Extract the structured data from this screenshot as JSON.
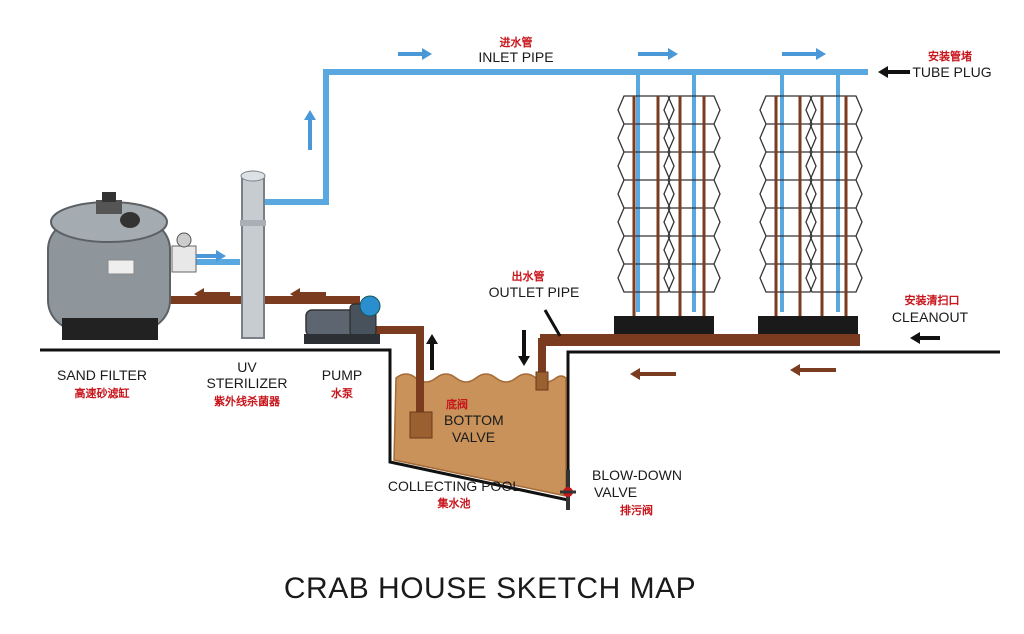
{
  "title": "CRAB HOUSE SKETCH MAP",
  "labels": {
    "inlet_pipe_cn": "进水管",
    "inlet_pipe_en": "INLET PIPE",
    "tube_plug_cn": "安装管堵",
    "tube_plug_en": "TUBE PLUG",
    "outlet_pipe_cn": "出水管",
    "outlet_pipe_en": "OUTLET PIPE",
    "cleanout_cn": "安装清扫口",
    "cleanout_en": "CLEANOUT",
    "sand_filter_en": "SAND FILTER",
    "sand_filter_cn": "高速砂滤缸",
    "uv_en_1": "UV",
    "uv_en_2": "STERILIZER",
    "uv_cn": "紫外线杀菌器",
    "pump_en": "PUMP",
    "pump_cn": "水泵",
    "bottom_valve_cn": "底阀",
    "bottom_valve_en_1": "BOTTOM",
    "bottom_valve_en_2": "VALVE",
    "collecting_pool_en": "COLLECTING POOL",
    "collecting_pool_cn": "集水池",
    "blowdown_en_1": "BLOW-DOWN",
    "blowdown_en_2": "VALVE",
    "blowdown_cn": "排污阀"
  },
  "colors": {
    "inlet_pipe": "#5aa8e0",
    "outlet_pipe": "#7a3b1f",
    "water": "#c8925a",
    "ground": "#111111",
    "cn_text": "#c8161d",
    "arrow_blue": "#4a98d8",
    "arrow_black": "#111111"
  }
}
